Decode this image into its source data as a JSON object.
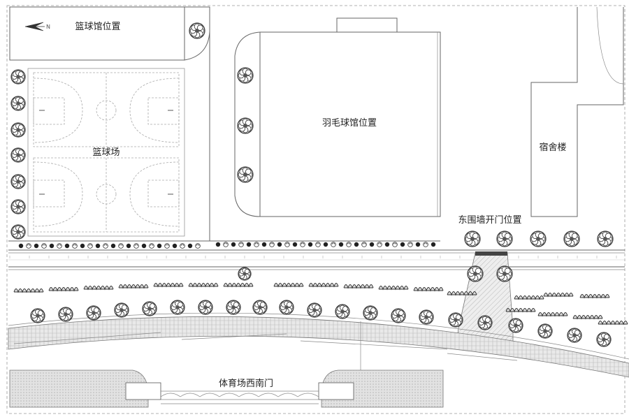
{
  "labels": {
    "basketball_hall": "篮球馆位置",
    "basketball_court": "篮球场",
    "badminton_hall": "羽毛球馆位置",
    "dormitory": "宿舍楼",
    "east_wall_gate": "东围墙开门位置",
    "stadium_sw_gate": "体育场西南门"
  },
  "north_symbol": "N"
}
